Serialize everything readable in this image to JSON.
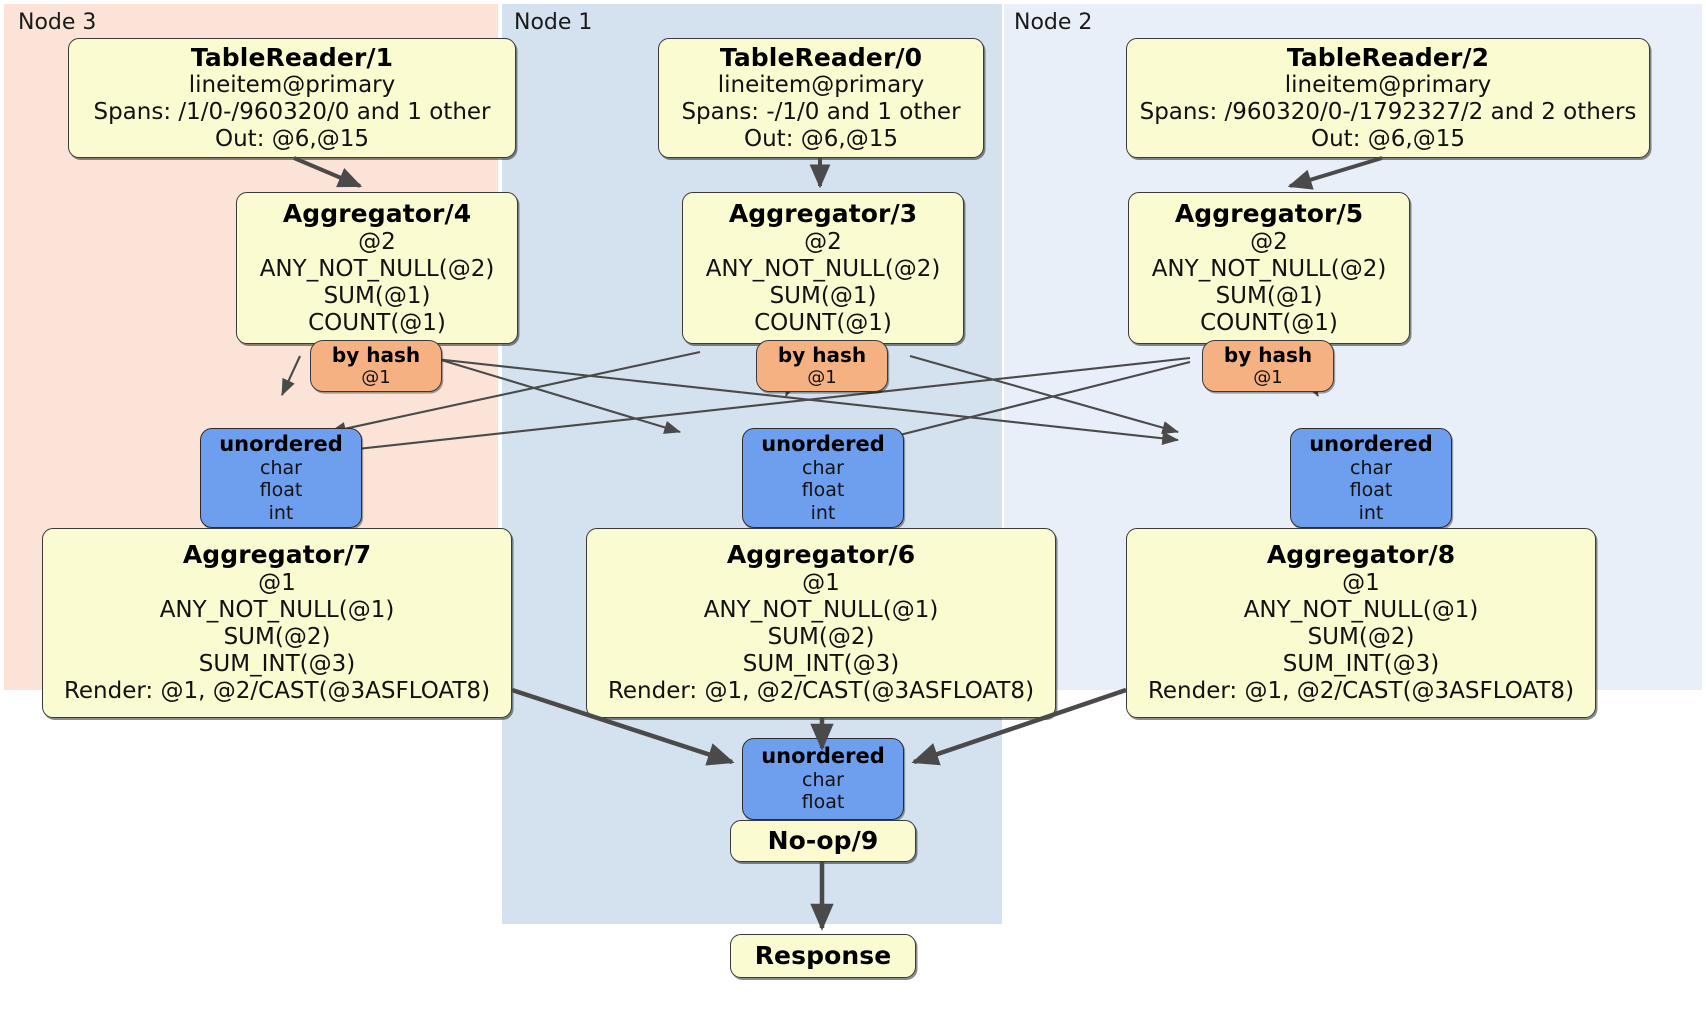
{
  "diagram": {
    "title": "Distributed query physical plan",
    "colors": {
      "node3_panel": "#fbe3d8",
      "node1_panel": "#d3e2ee",
      "node2_panel": "#e9eff9",
      "processor_fill": "#fbfbd2",
      "router_fill": "#f6b183",
      "sync_fill": "#6e9fef",
      "edge": "#4a4a4a",
      "border": "#3a3a3a"
    }
  },
  "panels": [
    {
      "id": "node3",
      "label": "Node 3"
    },
    {
      "id": "node1",
      "label": "Node 1"
    },
    {
      "id": "node2",
      "label": "Node 2"
    }
  ],
  "processors": {
    "table_reader_1": {
      "title": "TableReader/1",
      "lines": [
        "lineitem@primary",
        "Spans: /1/0-/960320/0 and 1 other",
        "Out: @6,@15"
      ]
    },
    "table_reader_0": {
      "title": "TableReader/0",
      "lines": [
        "lineitem@primary",
        "Spans: -/1/0 and 1 other",
        "Out: @6,@15"
      ]
    },
    "table_reader_2": {
      "title": "TableReader/2",
      "lines": [
        "lineitem@primary",
        "Spans: /960320/0-/1792327/2 and 2 others",
        "Out: @6,@15"
      ]
    },
    "aggregator_4": {
      "title": "Aggregator/4",
      "lines": [
        "@2",
        "ANY_NOT_NULL(@2)",
        "SUM(@1)",
        "COUNT(@1)"
      ]
    },
    "aggregator_3": {
      "title": "Aggregator/3",
      "lines": [
        "@2",
        "ANY_NOT_NULL(@2)",
        "SUM(@1)",
        "COUNT(@1)"
      ]
    },
    "aggregator_5": {
      "title": "Aggregator/5",
      "lines": [
        "@2",
        "ANY_NOT_NULL(@2)",
        "SUM(@1)",
        "COUNT(@1)"
      ]
    },
    "aggregator_7": {
      "title": "Aggregator/7",
      "lines": [
        "@1",
        "ANY_NOT_NULL(@1)",
        "SUM(@2)",
        "SUM_INT(@3)",
        "Render: @1, @2/CAST(@3ASFLOAT8)"
      ]
    },
    "aggregator_6": {
      "title": "Aggregator/6",
      "lines": [
        "@1",
        "ANY_NOT_NULL(@1)",
        "SUM(@2)",
        "SUM_INT(@3)",
        "Render: @1, @2/CAST(@3ASFLOAT8)"
      ]
    },
    "aggregator_8": {
      "title": "Aggregator/8",
      "lines": [
        "@1",
        "ANY_NOT_NULL(@1)",
        "SUM(@2)",
        "SUM_INT(@3)",
        "Render: @1, @2/CAST(@3ASFLOAT8)"
      ]
    },
    "noop_9": {
      "title": "No-op/9",
      "lines": []
    },
    "response": {
      "title": "Response",
      "lines": []
    }
  },
  "routers": {
    "by_hash_4": {
      "title": "by hash",
      "lines": [
        "@1"
      ]
    },
    "by_hash_3": {
      "title": "by hash",
      "lines": [
        "@1"
      ]
    },
    "by_hash_5": {
      "title": "by hash",
      "lines": [
        "@1"
      ]
    }
  },
  "synchronizers": {
    "unordered_7": {
      "title": "unordered",
      "lines": [
        "char",
        "float",
        "int"
      ]
    },
    "unordered_6": {
      "title": "unordered",
      "lines": [
        "char",
        "float",
        "int"
      ]
    },
    "unordered_8": {
      "title": "unordered",
      "lines": [
        "char",
        "float",
        "int"
      ]
    },
    "unordered_final": {
      "title": "unordered",
      "lines": [
        "char",
        "float"
      ]
    }
  }
}
